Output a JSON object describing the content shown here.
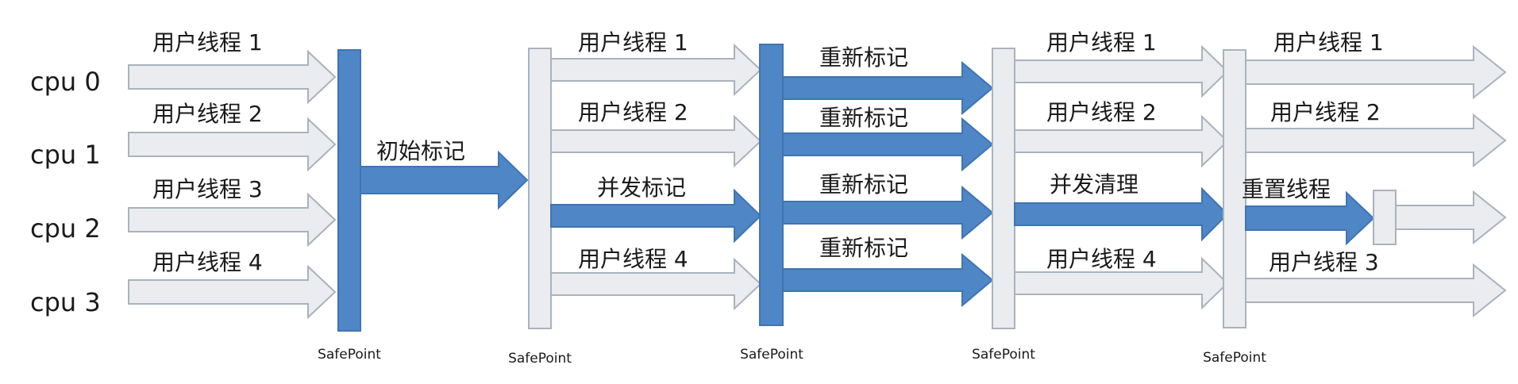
{
  "colors": {
    "blue": "#4f86c6",
    "blue_stroke": "#3f74b2",
    "gray_fill": "#eaecef",
    "gray_stroke": "#a9b3bd",
    "text": "#1a1a1a"
  },
  "cpus": [
    "cpu 0",
    "cpu 1",
    "cpu 2",
    "cpu 3"
  ],
  "stage1": {
    "threads": [
      "用户线程 1",
      "用户线程 2",
      "用户线程 3",
      "用户线程 4"
    ],
    "safepoint": "SafePoint"
  },
  "stage2": {
    "task": "初始标记",
    "safepoint": "SafePoint"
  },
  "stage3": {
    "labels": [
      "用户线程 1",
      "用户线程 2",
      "并发标记",
      "用户线程 4"
    ],
    "safepoint": "SafePoint"
  },
  "stage4": {
    "labels": [
      "重新标记",
      "重新标记",
      "重新标记",
      "重新标记"
    ],
    "safepoint": "SafePoint"
  },
  "stage5": {
    "labels": [
      "用户线程 1",
      "用户线程 2",
      "并发清理",
      "用户线程 4"
    ],
    "safepoint": "SafePoint"
  },
  "stage6": {
    "labels": [
      "用户线程 1",
      "用户线程 2",
      "重置线程",
      "用户线程 3"
    ]
  }
}
